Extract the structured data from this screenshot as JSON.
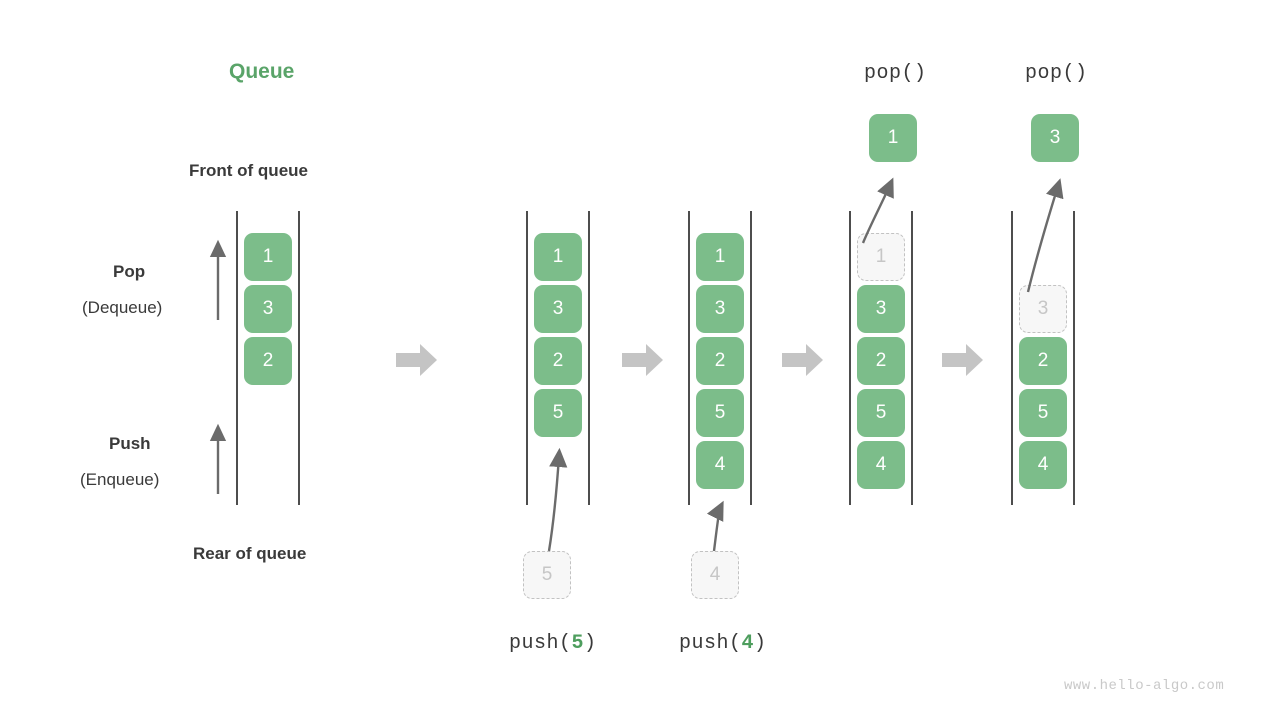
{
  "meta": {
    "watermark": "www.hello-algo.com"
  },
  "legend": {
    "title": "Queue",
    "front_label": "Front of queue",
    "rear_label": "Rear of queue",
    "pop_label": "Pop",
    "pop_sub_label": "(Dequeue)",
    "push_label": "Push",
    "push_sub_label": "(Enqueue)",
    "pop_arrow_icon": "up-arrow-icon",
    "push_arrow_icon": "up-arrow-icon"
  },
  "colors": {
    "accent_green": "#7cbd8a",
    "title_green": "#5aa469",
    "arg_green": "#4e9e5e",
    "ghost_fill": "#f7f7f7",
    "ghost_border": "#c2c2c2",
    "ghost_text": "#c6c6c6",
    "rail": "#4d4d4d",
    "flow_arrow": "#c4c4c4",
    "motion_arrow": "#6b6b6b",
    "text_dark": "#3a3a3a",
    "watermark": "#c9c9c9"
  },
  "flow_arrows": [
    {
      "name": "flow-arrow-1"
    },
    {
      "name": "flow-arrow-2"
    },
    {
      "name": "flow-arrow-3"
    },
    {
      "name": "flow-arrow-4"
    }
  ],
  "columns": [
    {
      "id": "initial",
      "caption": "",
      "top_label": "",
      "cells": [
        {
          "value": "1",
          "state": "filled"
        },
        {
          "value": "3",
          "state": "filled"
        },
        {
          "value": "2",
          "state": "filled"
        }
      ],
      "external_cell": null,
      "popped_cell": null
    },
    {
      "id": "after-push-5",
      "caption": "push(5)",
      "caption_fn": "push(",
      "caption_arg": "5",
      "caption_close": ")",
      "top_label": "",
      "cells": [
        {
          "value": "1",
          "state": "filled"
        },
        {
          "value": "3",
          "state": "filled"
        },
        {
          "value": "2",
          "state": "filled"
        },
        {
          "value": "5",
          "state": "filled"
        }
      ],
      "external_cell": {
        "value": "5",
        "state": "ghost"
      },
      "popped_cell": null
    },
    {
      "id": "after-push-4",
      "caption": "push(4)",
      "caption_fn": "push(",
      "caption_arg": "4",
      "caption_close": ")",
      "top_label": "",
      "cells": [
        {
          "value": "1",
          "state": "filled"
        },
        {
          "value": "3",
          "state": "filled"
        },
        {
          "value": "2",
          "state": "filled"
        },
        {
          "value": "5",
          "state": "filled"
        },
        {
          "value": "4",
          "state": "filled"
        }
      ],
      "external_cell": {
        "value": "4",
        "state": "ghost"
      },
      "popped_cell": null
    },
    {
      "id": "after-pop-1",
      "caption": "",
      "top_label": "pop()",
      "cells": [
        {
          "value": "1",
          "state": "ghost"
        },
        {
          "value": "3",
          "state": "filled"
        },
        {
          "value": "2",
          "state": "filled"
        },
        {
          "value": "5",
          "state": "filled"
        },
        {
          "value": "4",
          "state": "filled"
        }
      ],
      "external_cell": null,
      "popped_cell": {
        "value": "1",
        "state": "filled"
      }
    },
    {
      "id": "after-pop-3",
      "caption": "",
      "top_label": "pop()",
      "cells": [
        {
          "value": "",
          "state": "empty"
        },
        {
          "value": "3",
          "state": "ghost"
        },
        {
          "value": "2",
          "state": "filled"
        },
        {
          "value": "5",
          "state": "filled"
        },
        {
          "value": "4",
          "state": "filled"
        }
      ],
      "external_cell": null,
      "popped_cell": {
        "value": "3",
        "state": "filled"
      }
    }
  ]
}
